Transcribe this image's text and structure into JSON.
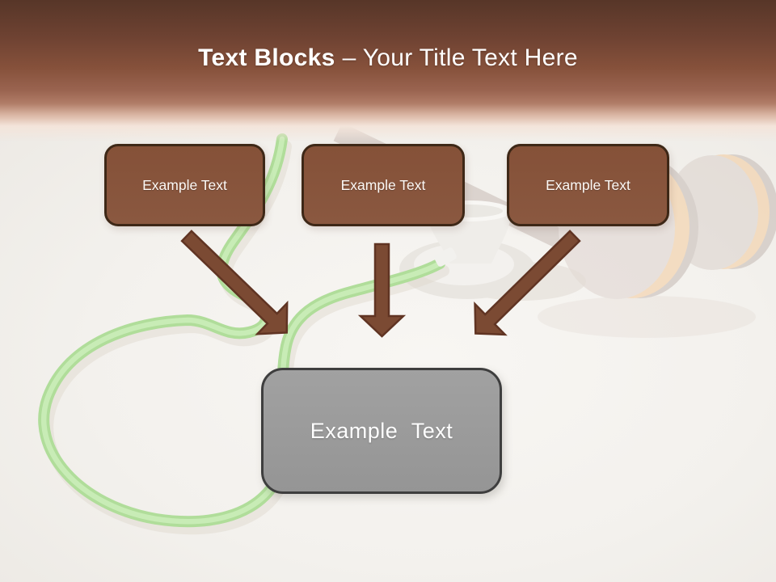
{
  "slide_title": {
    "bold": "Text Blocks",
    "rest": "– Your Title Text Here"
  },
  "text_blocks": [
    {
      "label": "Example Text"
    },
    {
      "label": "Example Text"
    },
    {
      "label": "Example Text"
    }
  ],
  "summary_block": {
    "label": "Example Text"
  },
  "background_image": {
    "description": "faded photo of a stethoscope with green tubing and a wooden gavel on a white surface"
  },
  "colors": {
    "header_brown_dark": "#573628",
    "header_brown_light": "#9a6450",
    "block_fill": "#86523a",
    "block_border": "#3e2817",
    "arrow_fill": "#7b4a33",
    "arrow_outline": "#603423",
    "summary_fill": "#9c9c9c",
    "summary_border": "#3e3e3e",
    "title_text": "#ffffff",
    "block_text": "#fdf9f6",
    "tube_green": "#b0dd9a",
    "canvas": "#f3f1ed"
  }
}
